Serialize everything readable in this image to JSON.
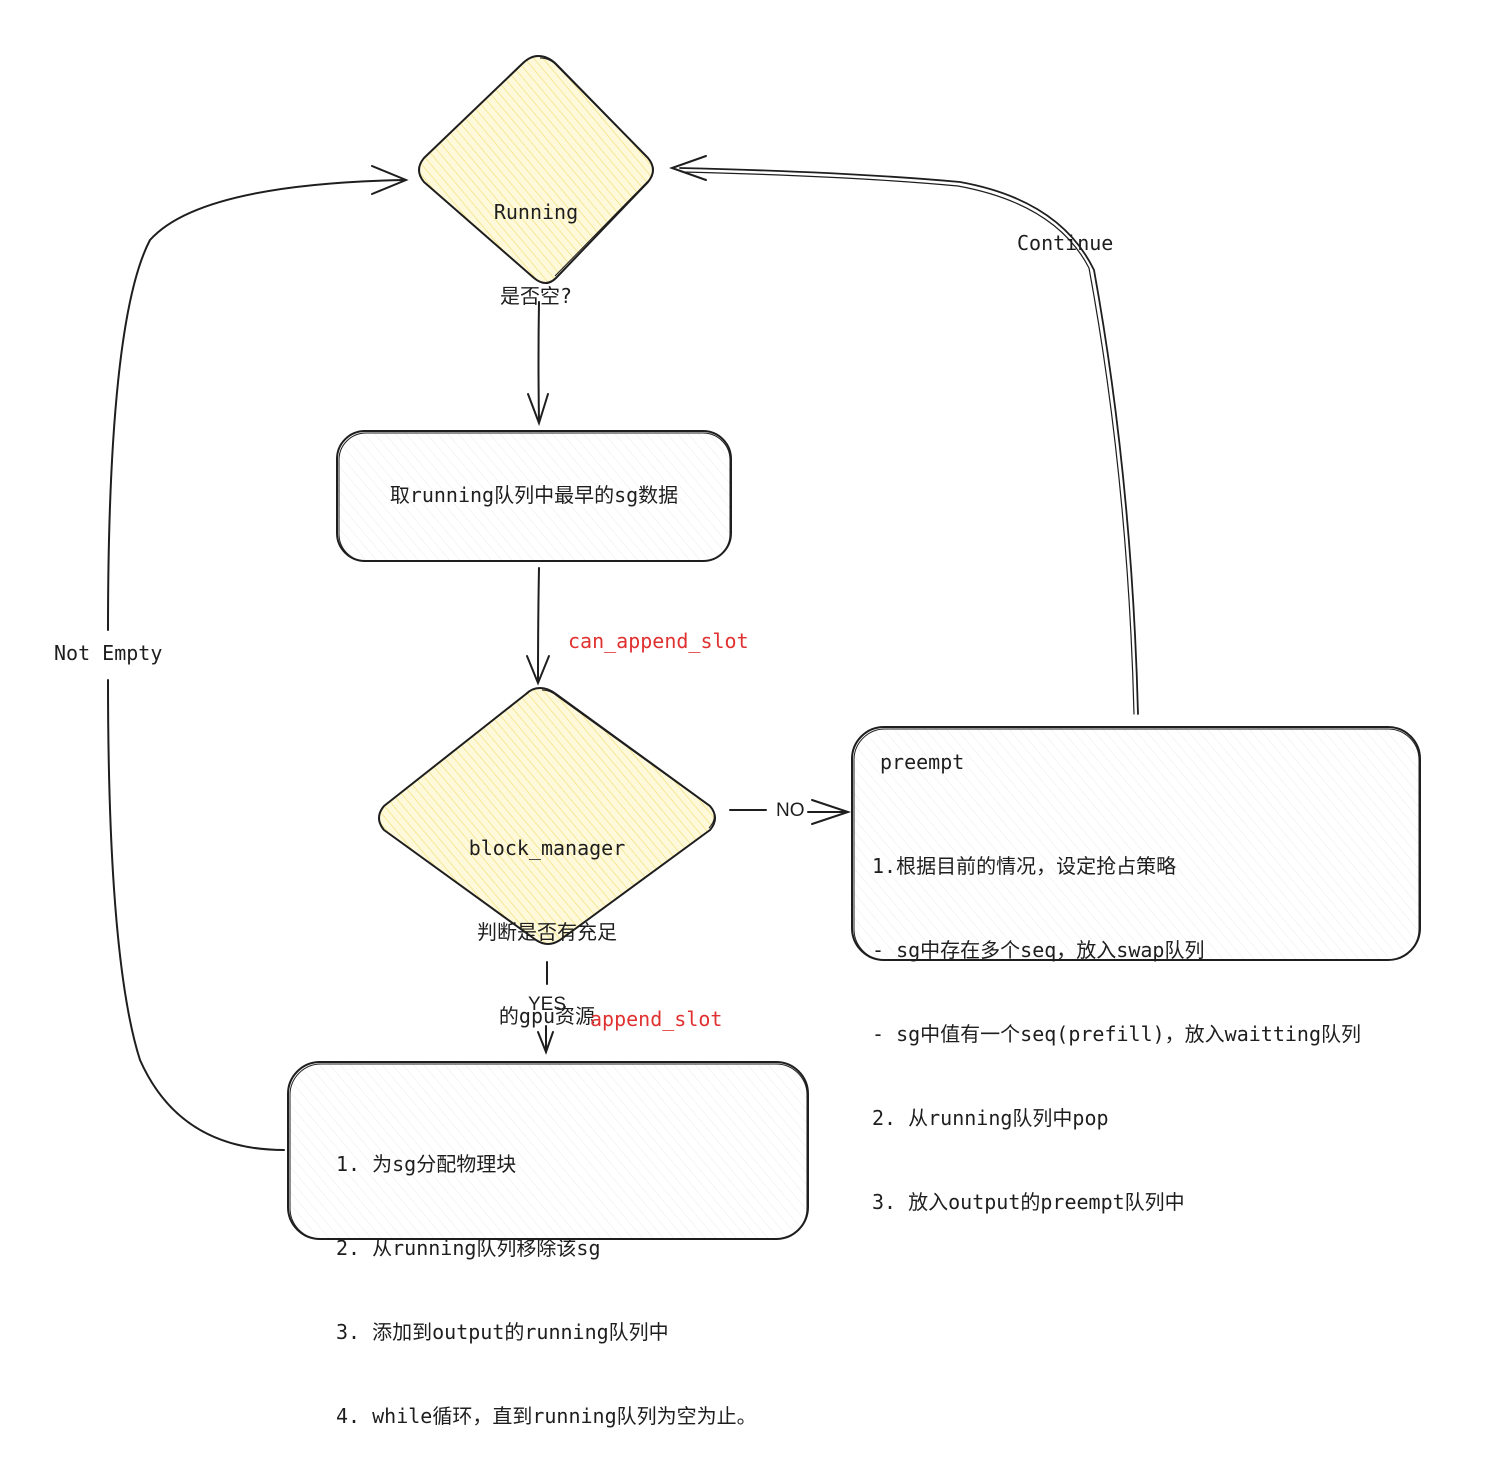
{
  "nodes": {
    "running_check": {
      "lines": [
        "Running",
        "是否空?"
      ]
    },
    "take_earliest": {
      "text": "取running队列中最早的sg数据"
    },
    "block_check": {
      "lines": [
        "block_manager",
        "判断是否有充足",
        "的gpu资源"
      ]
    },
    "preempt": {
      "title": "preempt",
      "lines": [
        "1.根据目前的情况，设定抢占策略",
        "- sg中存在多个seq，放入swap队列",
        "- sg中值有一个seq(prefill)，放入waitting队列",
        "2. 从running队列中pop",
        "3. 放入output的preempt队列中"
      ]
    },
    "allocate": {
      "lines": [
        "1. 为sg分配物理块",
        "2. 从running队列移除该sg",
        "3. 添加到output的running队列中",
        "4. while循环，直到running队列为空为止。"
      ]
    }
  },
  "edges": {
    "can_append_slot": "can_append_slot",
    "append_slot": "append_slot",
    "no": "NO",
    "yes": "YES",
    "continue": "Continue",
    "not_empty": "Not Empty"
  },
  "colors": {
    "stroke": "#1e1e1e",
    "decision_fill": "#fff9db",
    "decision_hatch": "#f2e27a",
    "box_fill": "#f8f9fa",
    "accent_red": "#e03131"
  }
}
